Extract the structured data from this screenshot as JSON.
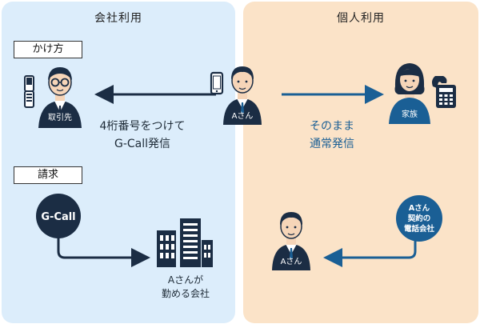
{
  "panels": {
    "company": {
      "title": "会社利用"
    },
    "personal": {
      "title": "個人利用"
    }
  },
  "tags": {
    "call_method": "かけ方",
    "billing": "請求"
  },
  "people": {
    "client": "取引先",
    "caller": "Aさん",
    "family": "家族",
    "caller_bottom": "Aさん"
  },
  "captions": {
    "company_line1": "4桁番号をつけて",
    "company_line2": "G-Call発信",
    "personal_line1": "そのまま",
    "personal_line2": "通常発信",
    "employer_line1": "Aさんが",
    "employer_line2": "勤める会社"
  },
  "badges": {
    "gcall": "G-Call",
    "phone_company_line1": "Aさん",
    "phone_company_line2": "契約の",
    "phone_company_line3": "電話会社"
  },
  "colors": {
    "company_bg": "#dcedfb",
    "personal_bg": "#fbe3c8",
    "navy": "#1b2d44",
    "blue": "#1a5f95"
  }
}
